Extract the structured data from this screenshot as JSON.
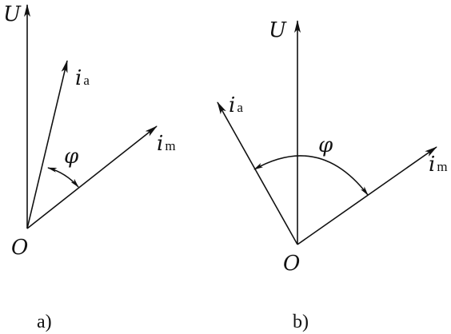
{
  "colors": {
    "ink": "#111111",
    "background": "#ffffff"
  },
  "panel_a": {
    "caption": "a)",
    "origin": "O",
    "voltage": "U",
    "current_a": {
      "symbol": "i",
      "subscript": "a"
    },
    "current_m": {
      "symbol": "i",
      "subscript": "m"
    },
    "angle": "φ"
  },
  "panel_b": {
    "caption": "b)",
    "origin": "O",
    "voltage": "U",
    "current_a": {
      "symbol": "i",
      "subscript": "a"
    },
    "current_m": {
      "symbol": "i",
      "subscript": "m"
    },
    "angle": "φ"
  }
}
